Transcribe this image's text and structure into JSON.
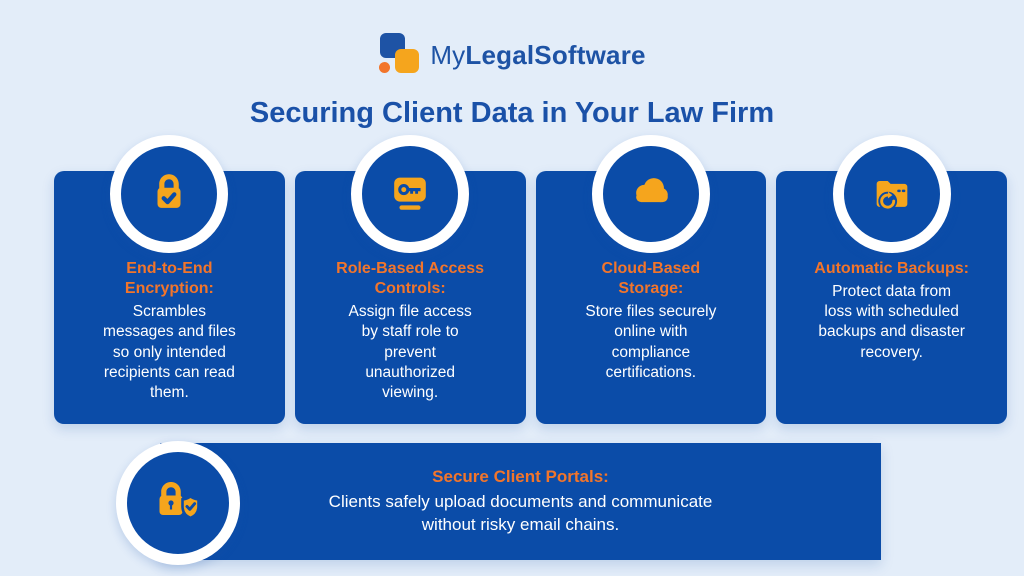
{
  "colors": {
    "background": "#E3EDF9",
    "panel_blue": "#0B4CA8",
    "heading_orange": "#F2752B",
    "icon_yellow": "#F5A51D",
    "title_blue": "#1A51A8",
    "body_white": "#FFFFFF"
  },
  "logo": {
    "prefix": "My",
    "suffix": "LegalSoftware"
  },
  "title": "Securing Client Data in Your Law Firm",
  "cards": [
    {
      "icon": "lock-check-icon",
      "heading": "End-to-End\nEncryption:",
      "body": "Scrambles\nmessages and files\nso only intended\nrecipients can read\nthem."
    },
    {
      "icon": "key-access-icon",
      "heading": "Role-Based Access\nControls:",
      "body": "Assign file access\nby staff role to\nprevent\nunauthorized\nviewing."
    },
    {
      "icon": "cloud-icon",
      "heading": "Cloud-Based\nStorage:",
      "body": "Store files securely\nonline with\ncompliance\ncertifications."
    },
    {
      "icon": "backup-restore-icon",
      "heading": "Automatic Backups:",
      "body": "Protect data from\nloss with scheduled\nbackups and disaster\nrecovery."
    }
  ],
  "banner": {
    "icon": "lock-shield-icon",
    "heading": "Secure Client Portals:",
    "body": "Clients safely upload documents and communicate\nwithout risky email chains."
  }
}
